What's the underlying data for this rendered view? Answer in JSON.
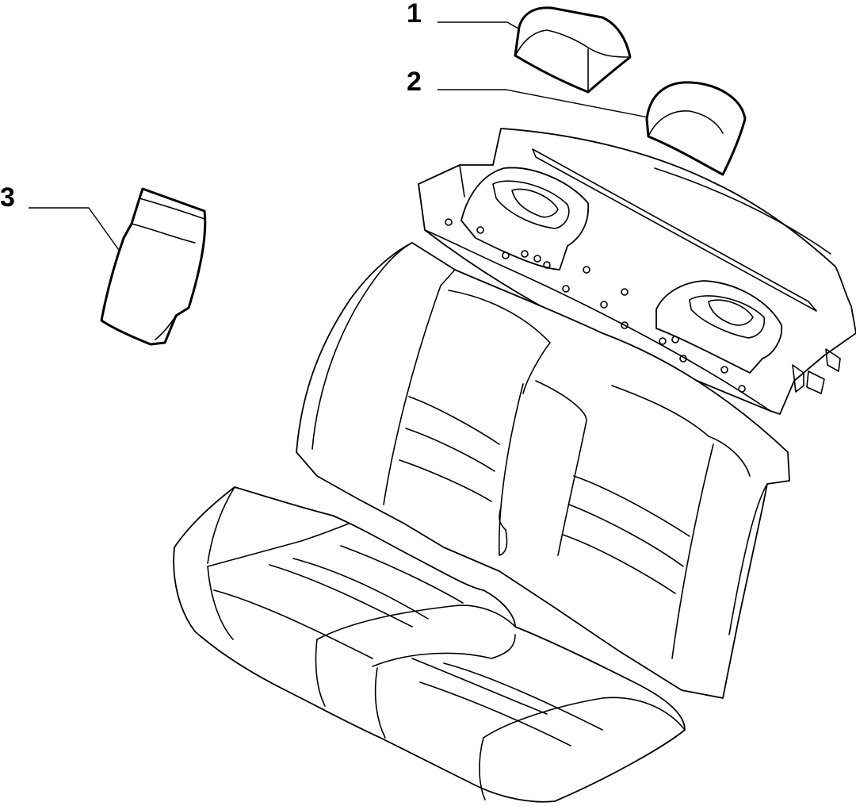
{
  "diagram": {
    "callouts": [
      {
        "number": "1",
        "part": "headrest"
      },
      {
        "number": "2",
        "part": "headrest"
      },
      {
        "number": "3",
        "part": "armrest"
      }
    ],
    "colors": {
      "line": "#000000",
      "background": "#ffffff"
    }
  }
}
